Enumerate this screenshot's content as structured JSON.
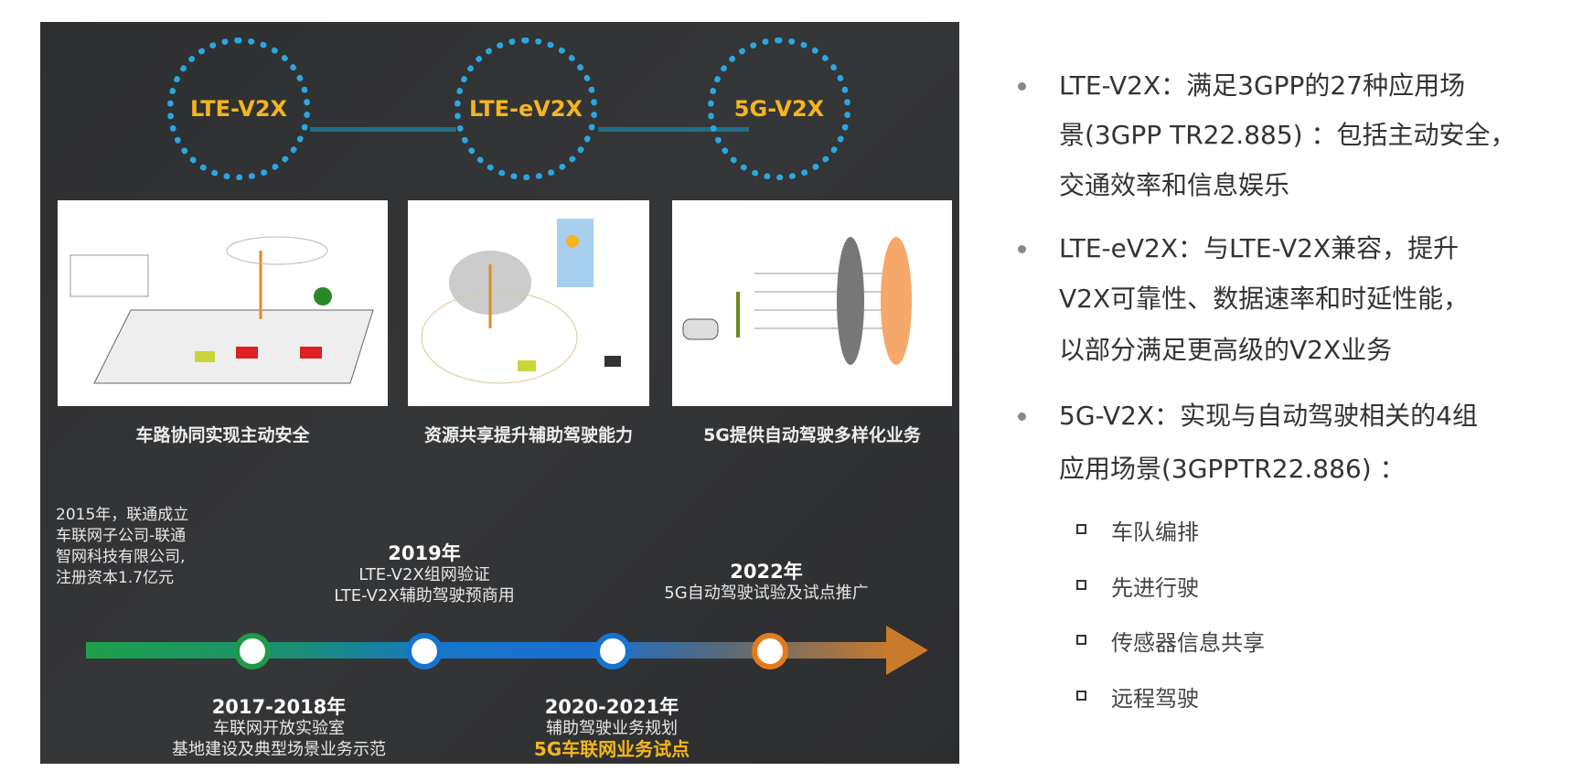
{
  "stages": [
    {
      "label": "LTE-V2X"
    },
    {
      "label": "LTE-eV2X"
    },
    {
      "label": "5G-V2X"
    }
  ],
  "captions": [
    "车路协同实现主动安全",
    "资源共享提升辅助驾驶能力",
    "5G提供自动驾驶多样化业务"
  ],
  "timeline": {
    "intro": [
      "2015年，联通成立",
      "车联网子公司-联通",
      "智网科技有限公司,",
      "注册资本1.7亿元"
    ],
    "events": [
      {
        "year": "2017-2018年",
        "lines": [
          "车联网开放实验室",
          "基地建设及典型场景业务示范"
        ]
      },
      {
        "year": "2019年",
        "lines": [
          "LTE-V2X组网验证",
          "LTE-V2X辅助驾驶预商用"
        ]
      },
      {
        "year": "2020-2021年",
        "lines": [
          "辅助驾驶业务规划"
        ],
        "highlight": "5G车联网业务试点"
      },
      {
        "year": "2022年",
        "lines": [
          "5G自动驾驶试验及试点推广"
        ]
      }
    ],
    "node_colors": [
      "#1e9a4a",
      "#1673d0",
      "#1673d0",
      "#e57a1d"
    ]
  },
  "bullets": [
    {
      "lines": [
        "LTE-V2X：满足3GPP的27种应用场",
        "景(3GPP TR22.885) ：包括主动安全，",
        "交通效率和信息娱乐"
      ]
    },
    {
      "lines": [
        "LTE-eV2X：与LTE-V2X兼容，提升",
        "V2X可靠性、数据速率和时延性能，",
        "以部分满足更高级的V2X业务"
      ]
    },
    {
      "lines": [
        "5G-V2X：实现与自动驾驶相关的4组",
        "应用场景(3GPPTR22.886) ："
      ]
    }
  ],
  "sub_bullets": [
    "车队编排",
    "先进行驶",
    "传感器信息共享",
    "远程驾驶"
  ],
  "colors": {
    "accent_yellow": "#f5b51c",
    "ring_blue": "#2aa7e0",
    "arrow_orange": "#c97a2c"
  }
}
